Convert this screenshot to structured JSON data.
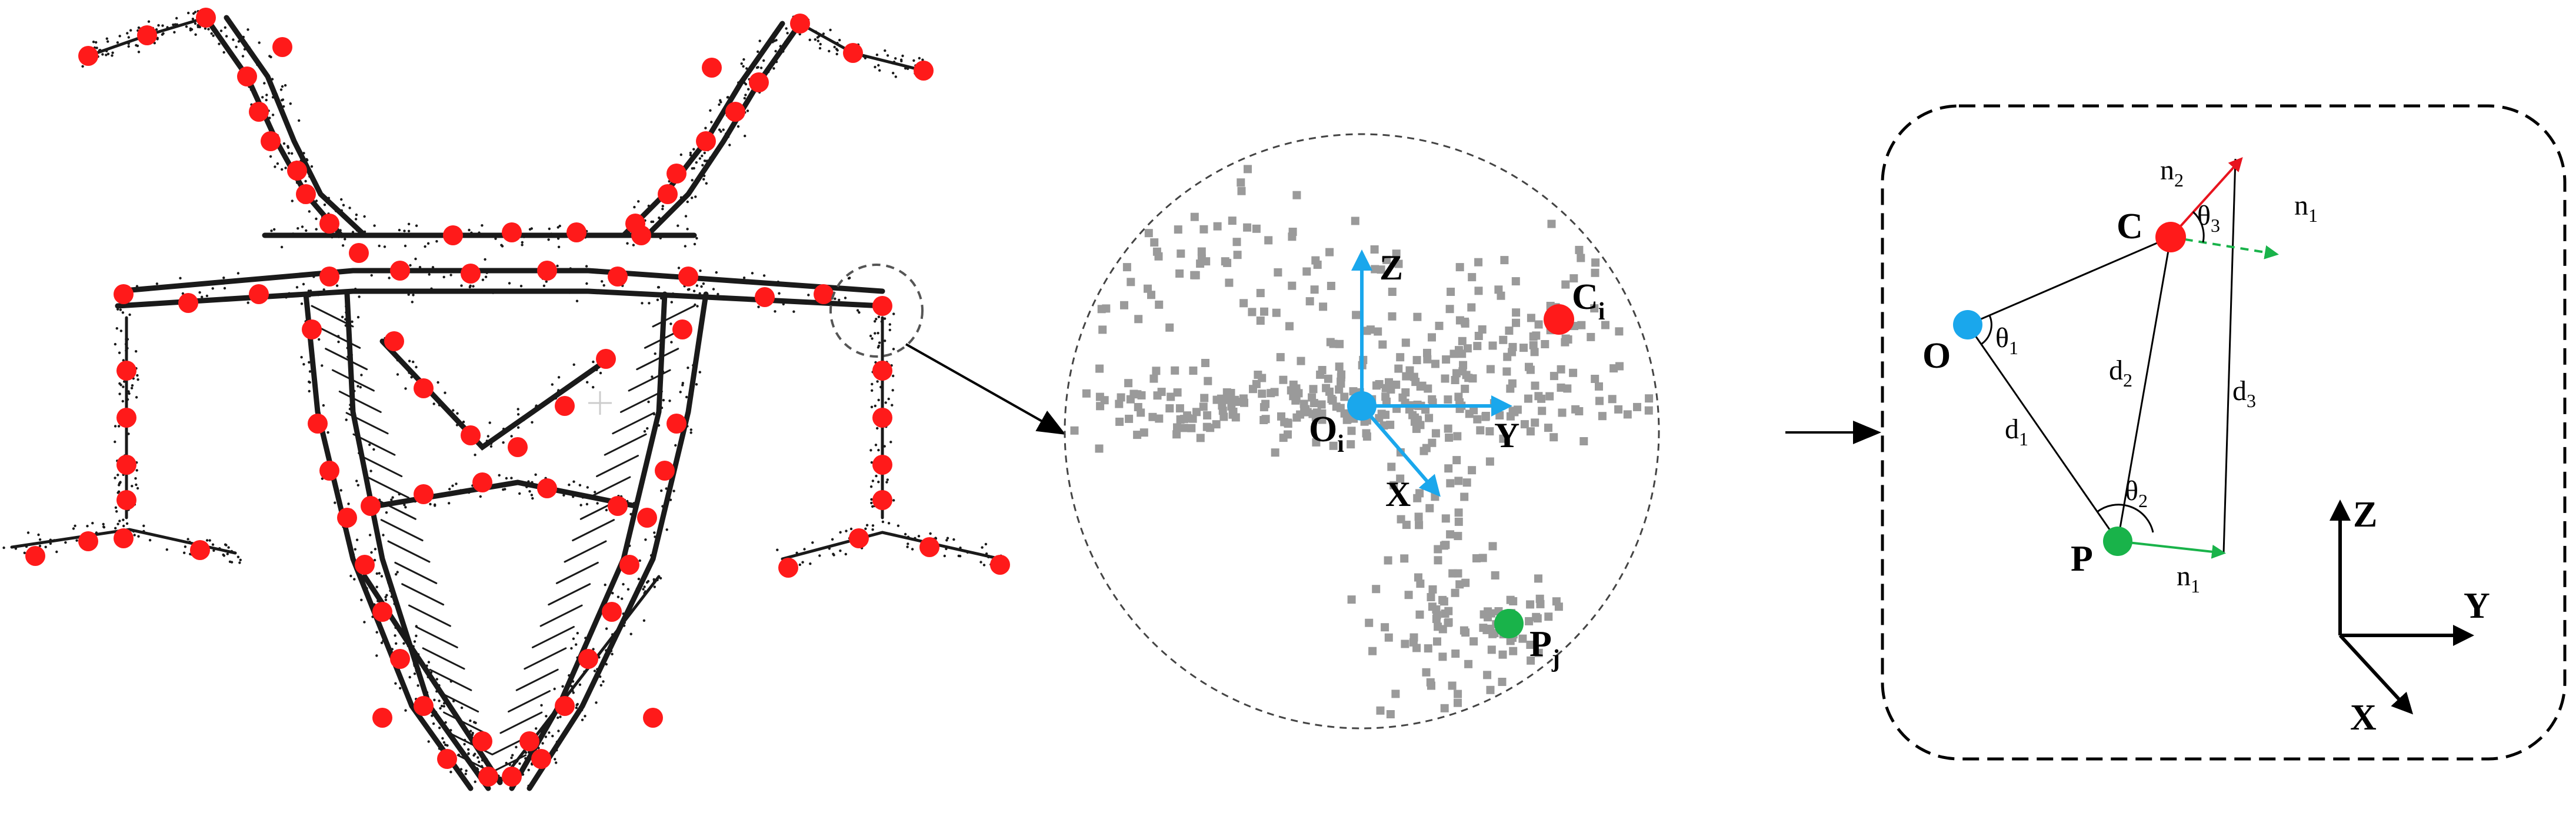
{
  "colors": {
    "keypoint": "#ff1a1a",
    "center": "#1aa7ec",
    "neighbor": "#19b34a",
    "tower": "#1a1a1a",
    "cloud": "#9a9a9a",
    "n2_arrow": "#e8141e",
    "n1_arrow": "#19b34a",
    "axis_blue": "#1aa7ec"
  },
  "panel_local": {
    "axis_z": "Z",
    "axis_y": "Y",
    "axis_x": "X",
    "center_base": "O",
    "center_sub": "i",
    "key_base": "C",
    "key_sub": "i",
    "neighbor_base": "P",
    "neighbor_sub": "j"
  },
  "panel_feature": {
    "point_o": "O",
    "point_c": "C",
    "point_p": "P",
    "theta1_base": "θ",
    "theta1_sub": "1",
    "theta2_base": "θ",
    "theta2_sub": "2",
    "theta3_base": "θ",
    "theta3_sub": "3",
    "d1_base": "d",
    "d1_sub": "1",
    "d2_base": "d",
    "d2_sub": "2",
    "d3_base": "d",
    "d3_sub": "3",
    "n2_base": "n",
    "n2_sub": "2",
    "n1_top_base": "n",
    "n1_top_sub": "1",
    "n1_bottom_base": "n",
    "n1_bottom_sub": "1",
    "axis_z": "Z",
    "axis_y": "Y",
    "axis_x": "X"
  }
}
